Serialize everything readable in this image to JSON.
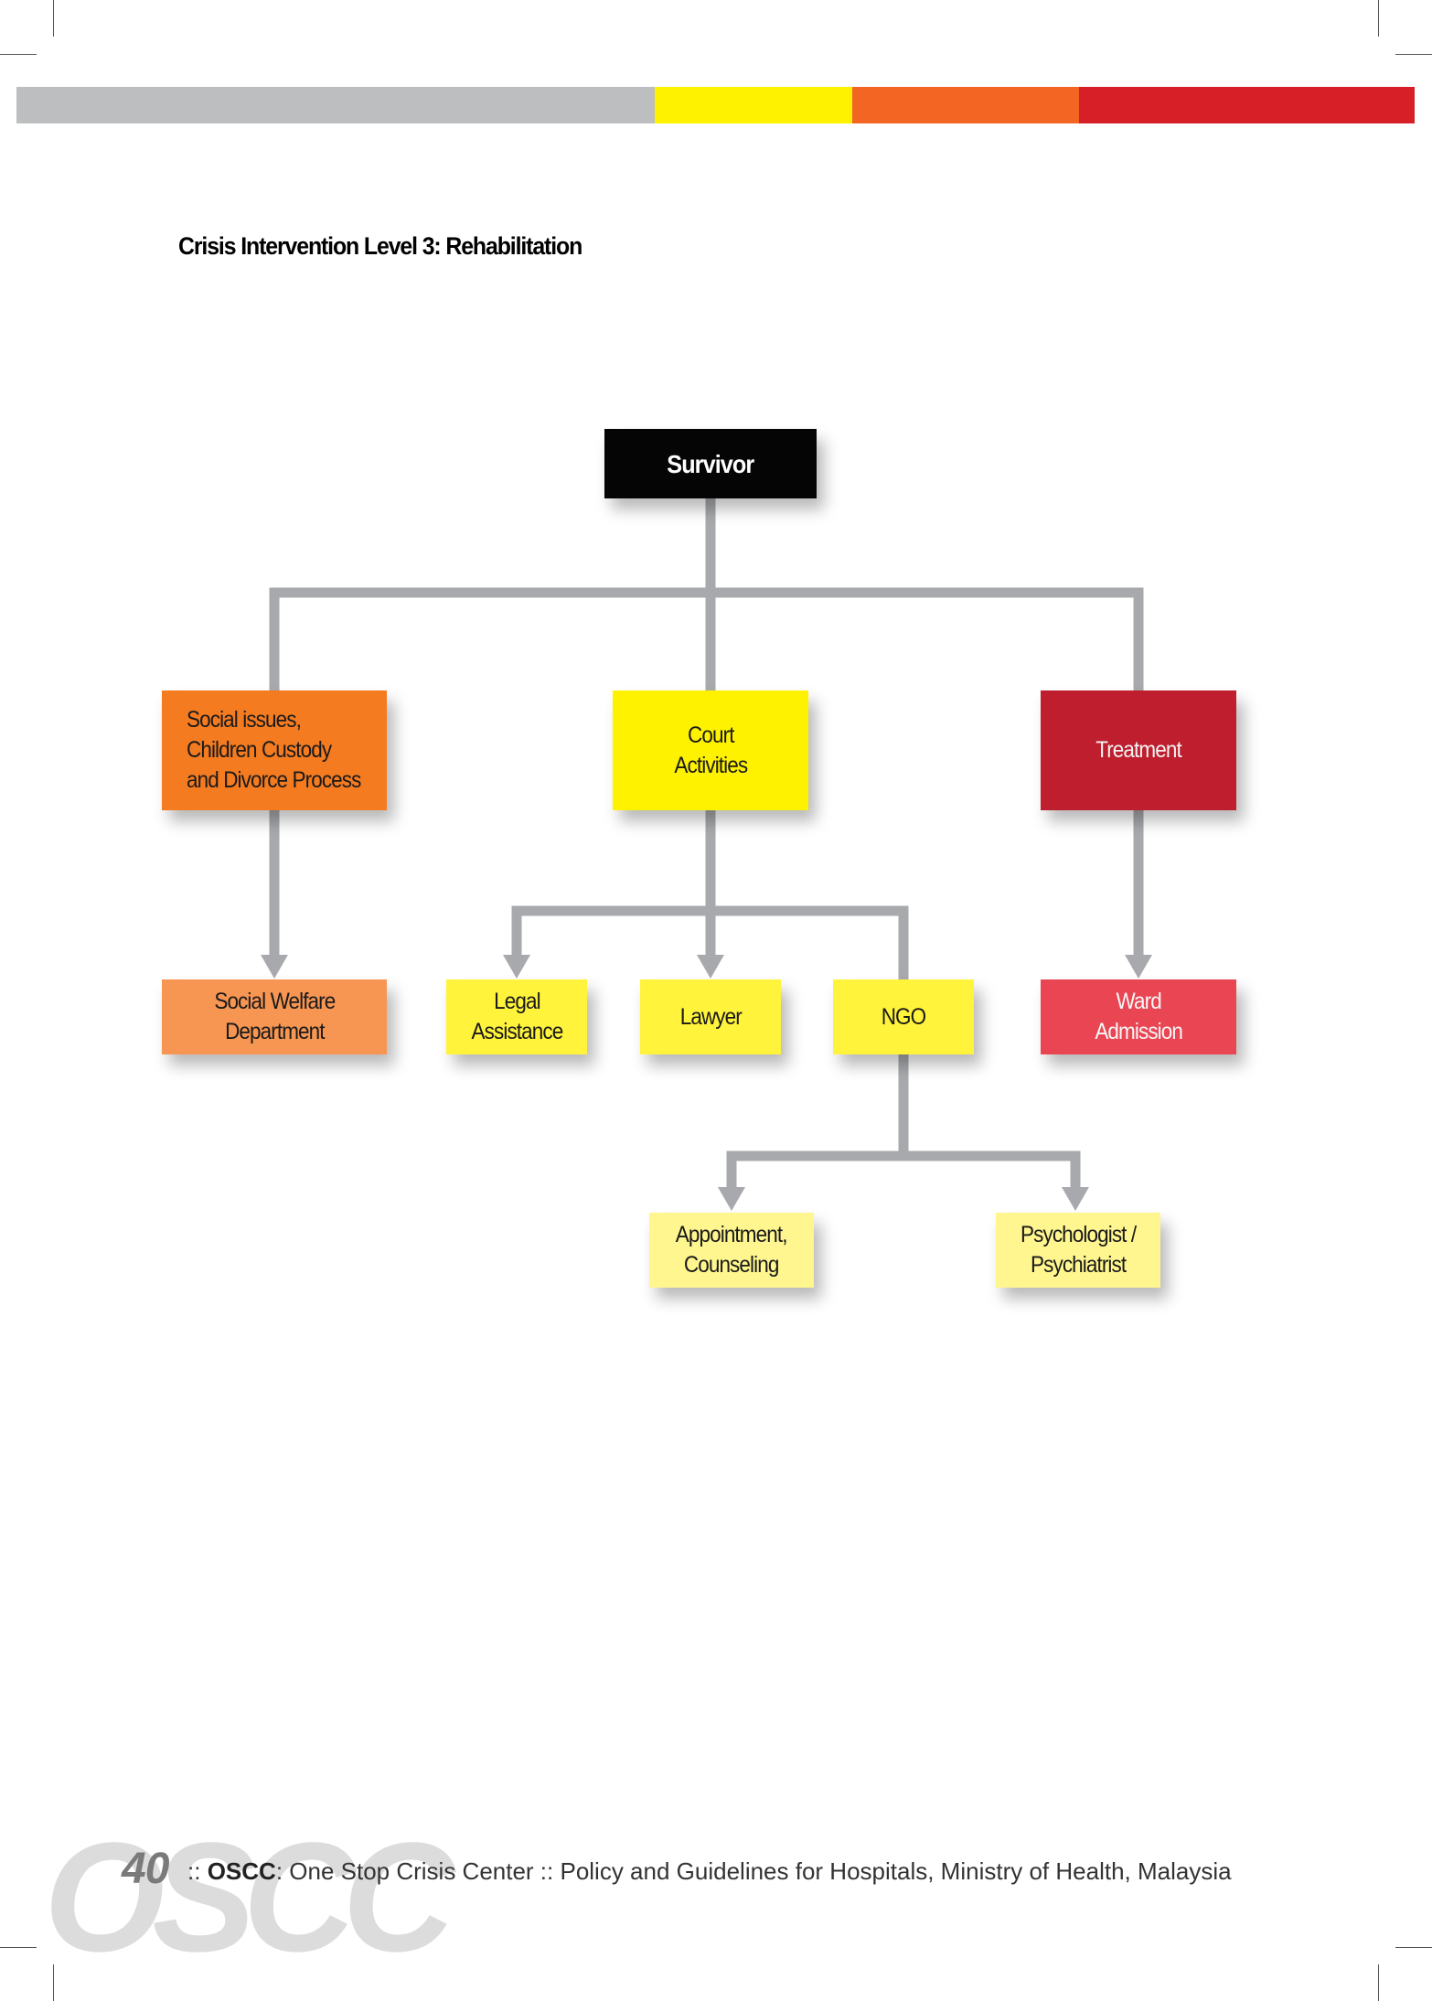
{
  "page": {
    "title": "Crisis Intervention Level 3: Rehabilitation",
    "colors": {
      "gray": "#bcbec0",
      "yellow": "#fff200",
      "orange": "#f26522",
      "red": "#d71f28",
      "line": "#a7a9ac"
    }
  },
  "nodes": {
    "survivor": "Survivor",
    "social_issues": "Social issues,\nChildren Custody\nand Divorce Process",
    "court_activities": "Court\nActivities",
    "treatment": "Treatment",
    "social_welfare": "Social Welfare\nDepartment",
    "legal_assistance": "Legal\nAssistance",
    "lawyer": "Lawyer",
    "ngo": "NGO",
    "ward_admission": "Ward\nAdmission",
    "appointment": "Appointment,\nCounseling",
    "psychologist": "Psychologist /\nPsychiatrist"
  },
  "footer": {
    "watermark": "OSCC",
    "page_number": "40",
    "prefix": "::",
    "org": "OSCC",
    "text": ": One Stop Crisis Center :: Policy and Guidelines for Hospitals, Ministry of Health, Malaysia"
  }
}
